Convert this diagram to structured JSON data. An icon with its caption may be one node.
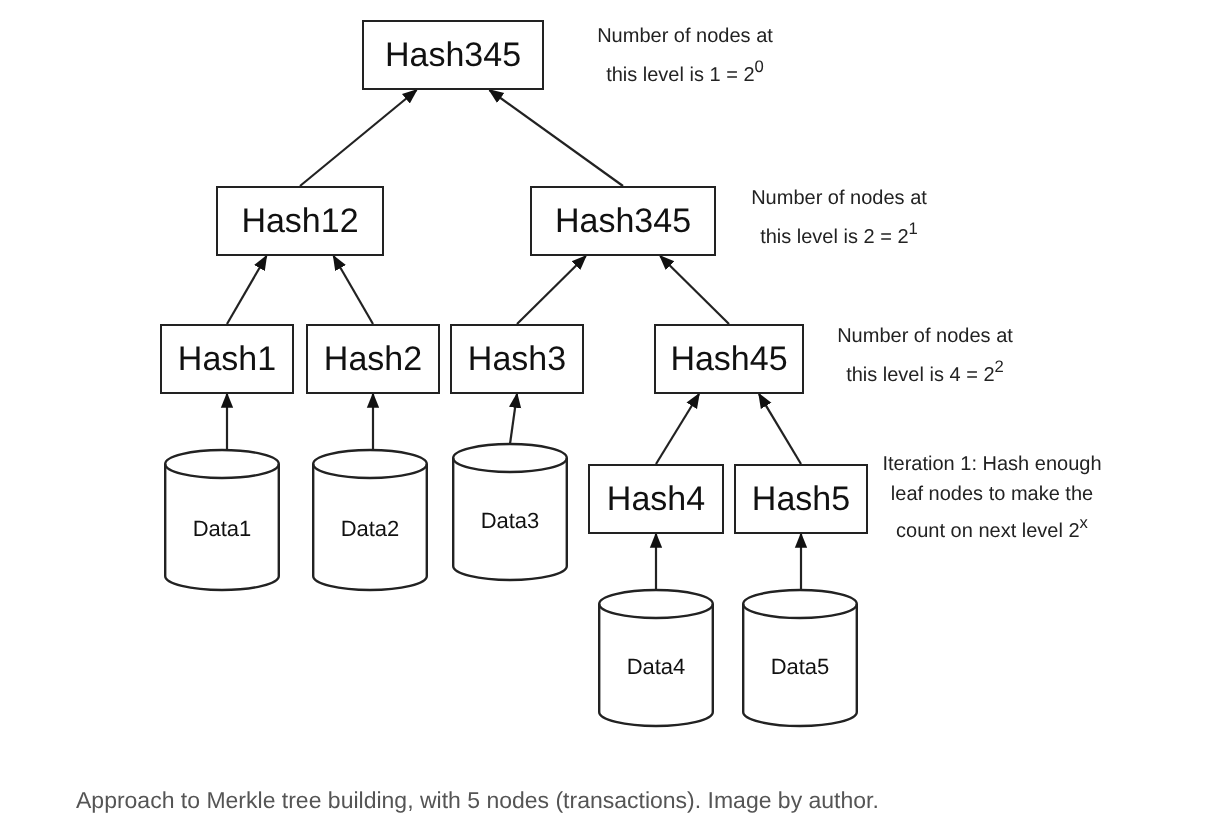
{
  "diagram": {
    "caption": "Approach to Merkle tree building, with 5 nodes (transactions). Image by author.",
    "nodes": [
      {
        "text": [
          "Hash345"
        ]
      },
      {
        "text": [
          "Hash12"
        ]
      },
      {
        "text": [
          "Hash345"
        ]
      },
      {
        "text": [
          "Hash1"
        ]
      },
      {
        "text": [
          "Hash2"
        ]
      },
      {
        "text": [
          "Hash3"
        ]
      },
      {
        "text": [
          "Hash45"
        ]
      },
      {
        "text": [
          "Data1"
        ]
      },
      {
        "text": [
          "Data2"
        ]
      },
      {
        "text": [
          "Data3"
        ]
      },
      {
        "text": [
          "Hash4"
        ]
      },
      {
        "text": [
          "Hash5"
        ]
      },
      {
        "text": [
          "Data4"
        ]
      },
      {
        "text": [
          "Data5"
        ]
      }
    ],
    "edges": [
      {
        "from": 1,
        "to": 0,
        "arrow": "to"
      },
      {
        "from": 2,
        "to": 0,
        "arrow": "to"
      },
      {
        "from": 3,
        "to": 1,
        "arrow": "to"
      },
      {
        "from": 4,
        "to": 1,
        "arrow": "to"
      },
      {
        "from": 5,
        "to": 2,
        "arrow": "to"
      },
      {
        "from": 6,
        "to": 2,
        "arrow": "to"
      },
      {
        "from": 7,
        "to": 3,
        "arrow": "to"
      },
      {
        "from": 8,
        "to": 4,
        "arrow": "to"
      },
      {
        "from": 9,
        "to": 5,
        "arrow": "to"
      },
      {
        "from": 10,
        "to": 6,
        "arrow": "to"
      },
      {
        "from": 11,
        "to": 6,
        "arrow": "to"
      },
      {
        "from": 12,
        "to": 10,
        "arrow": "to"
      },
      {
        "from": 13,
        "to": 11,
        "arrow": "to"
      }
    ],
    "labels": [
      "Number of nodes at this level is 1 = 2$^{0}$",
      "Number of nodes at this level is 2 = 2$^{1}$",
      "Number of nodes at this level is 4 = 2$^{2}$",
      "Iteration 1: Hash enough leaf nodes to make the count on next level 2$^{x}$"
    ]
  }
}
